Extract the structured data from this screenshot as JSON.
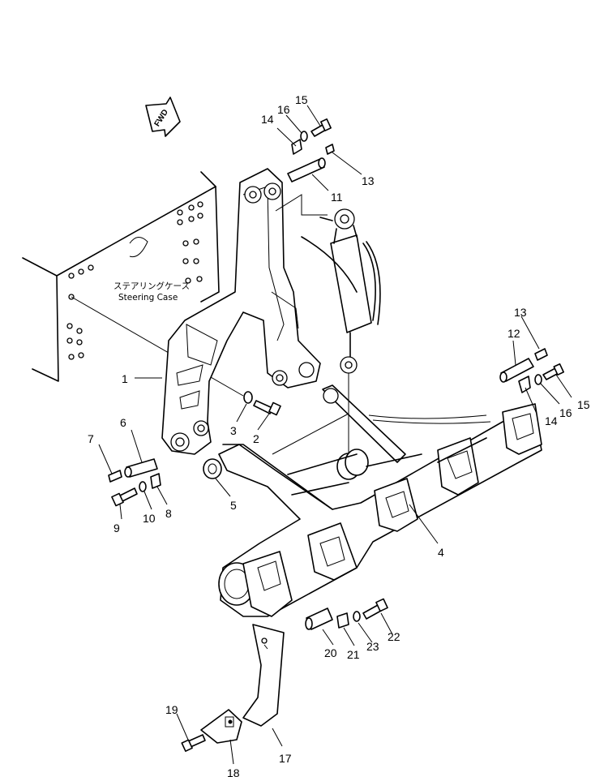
{
  "diagram": {
    "fwd_label": "FWD",
    "steering_case_jp": "ステアリングケース",
    "steering_case_en": "Steering  Case",
    "callouts": {
      "n1": "1",
      "n2": "2",
      "n3": "3",
      "n4": "4",
      "n5": "5",
      "n6": "6",
      "n7": "7",
      "n8": "8",
      "n9": "9",
      "n10": "10",
      "n11": "11",
      "n12": "12",
      "n13a": "13",
      "n13b": "13",
      "n14a": "14",
      "n14b": "14",
      "n15a": "15",
      "n15b": "15",
      "n16a": "16",
      "n16b": "16",
      "n17": "17",
      "n18": "18",
      "n19": "19",
      "n20": "20",
      "n21": "21",
      "n22": "22",
      "n23": "23"
    }
  }
}
